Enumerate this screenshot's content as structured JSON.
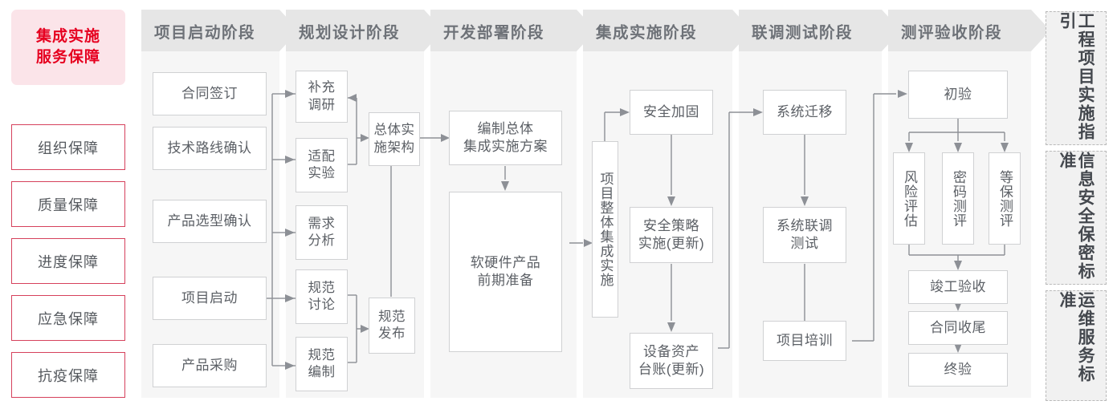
{
  "sidebar_left": {
    "lead": {
      "line1": "集成实施",
      "line2": "服务保障"
    },
    "items": [
      {
        "label": "组织保障"
      },
      {
        "label": "质量保障"
      },
      {
        "label": "进度保障"
      },
      {
        "label": "应急保障"
      },
      {
        "label": "抗疫保障"
      }
    ]
  },
  "phases": [
    {
      "header": "项目启动阶段",
      "nodes": [
        {
          "label": "合同签订"
        },
        {
          "label": "技术路线确认"
        },
        {
          "label": "产品选型确认"
        },
        {
          "label": "项目启动"
        },
        {
          "label": "产品采购"
        }
      ]
    },
    {
      "header": "规划设计阶段",
      "nodes": [
        {
          "label": "补充\n调研"
        },
        {
          "label": "适配\n实验"
        },
        {
          "label": "需求\n分析"
        },
        {
          "label": "规范\n讨论"
        },
        {
          "label": "规范\n编制"
        },
        {
          "label": "总体实\n施架构"
        },
        {
          "label": "规范\n发布"
        }
      ]
    },
    {
      "header": "开发部署阶段",
      "nodes": [
        {
          "label": "编制总体\n集成实施方案"
        },
        {
          "label": "软硬件产品\n前期准备"
        }
      ]
    },
    {
      "header": "集成实施阶段",
      "nodes": [
        {
          "label": "项目整体集成实施"
        },
        {
          "label": "安全加固"
        },
        {
          "label": "安全策略\n实施(更新)"
        },
        {
          "label": "设备资产\n台账(更新)"
        }
      ]
    },
    {
      "header": "联调测试阶段",
      "nodes": [
        {
          "label": "系统迁移"
        },
        {
          "label": "系统联调\n测试"
        },
        {
          "label": "项目培训"
        }
      ]
    },
    {
      "header": "测评验收阶段",
      "nodes": [
        {
          "label": "初验"
        },
        {
          "label": "风险评估"
        },
        {
          "label": "密码测评"
        },
        {
          "label": "等保测评"
        },
        {
          "label": "竣工验收"
        },
        {
          "label": "合同收尾"
        },
        {
          "label": "终验"
        }
      ]
    }
  ],
  "sidebar_right": {
    "items": [
      {
        "label": "工程项目实施指引"
      },
      {
        "label": "信息安全保密标准"
      },
      {
        "label": "运维服务标准"
      }
    ]
  },
  "colors": {
    "accent_red": "#e60020",
    "lead_bg": "#fbe4e9",
    "guarantee_border": "#d6415c",
    "panel_bg": "#f6f6f6",
    "header_bg": "#e6e6e6",
    "header_text": "#6e7278",
    "node_border": "#d0d1d3",
    "node_text": "#5c6066",
    "wire": "#8d9096",
    "std_bg": "#f1f1f1",
    "std_border": "#b9b9b9"
  }
}
